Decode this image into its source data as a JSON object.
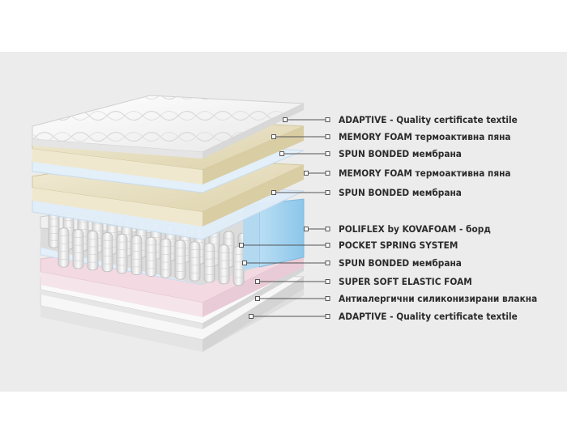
{
  "layers": [
    {
      "label": "ADAPTIVE - Quality certificate textile"
    },
    {
      "label": "MEMORY FOAM термоактивна пяна"
    },
    {
      "label": "SPUN BONDED мембрана"
    },
    {
      "label": "MEMORY FOAM термоактивна пяна"
    },
    {
      "label": "SPUN BONDED мембрана"
    },
    {
      "label": "POLIFLEX by KOVAFOAM - борд"
    },
    {
      "label": "POCKET SPRING SYSTEM"
    },
    {
      "label": "SPUN BONDED мембрана"
    },
    {
      "label": "SUPER SOFT ELASTIC FOAM"
    },
    {
      "label": "Антиалергични силиконизирани влакна"
    },
    {
      "label": "ADAPTIVE - Quality certificate textile"
    }
  ],
  "colors": {
    "band": "#ececec",
    "textile": "#f4f4f4",
    "memory_foam": "#e7dfc3",
    "membrane": "#dcebf9",
    "poliflex": "#9fd0ef",
    "springs": "#e9e9e9",
    "soft_foam": "#f2d9e2",
    "fibers": "#f7f7f7",
    "leader": "#555555"
  }
}
